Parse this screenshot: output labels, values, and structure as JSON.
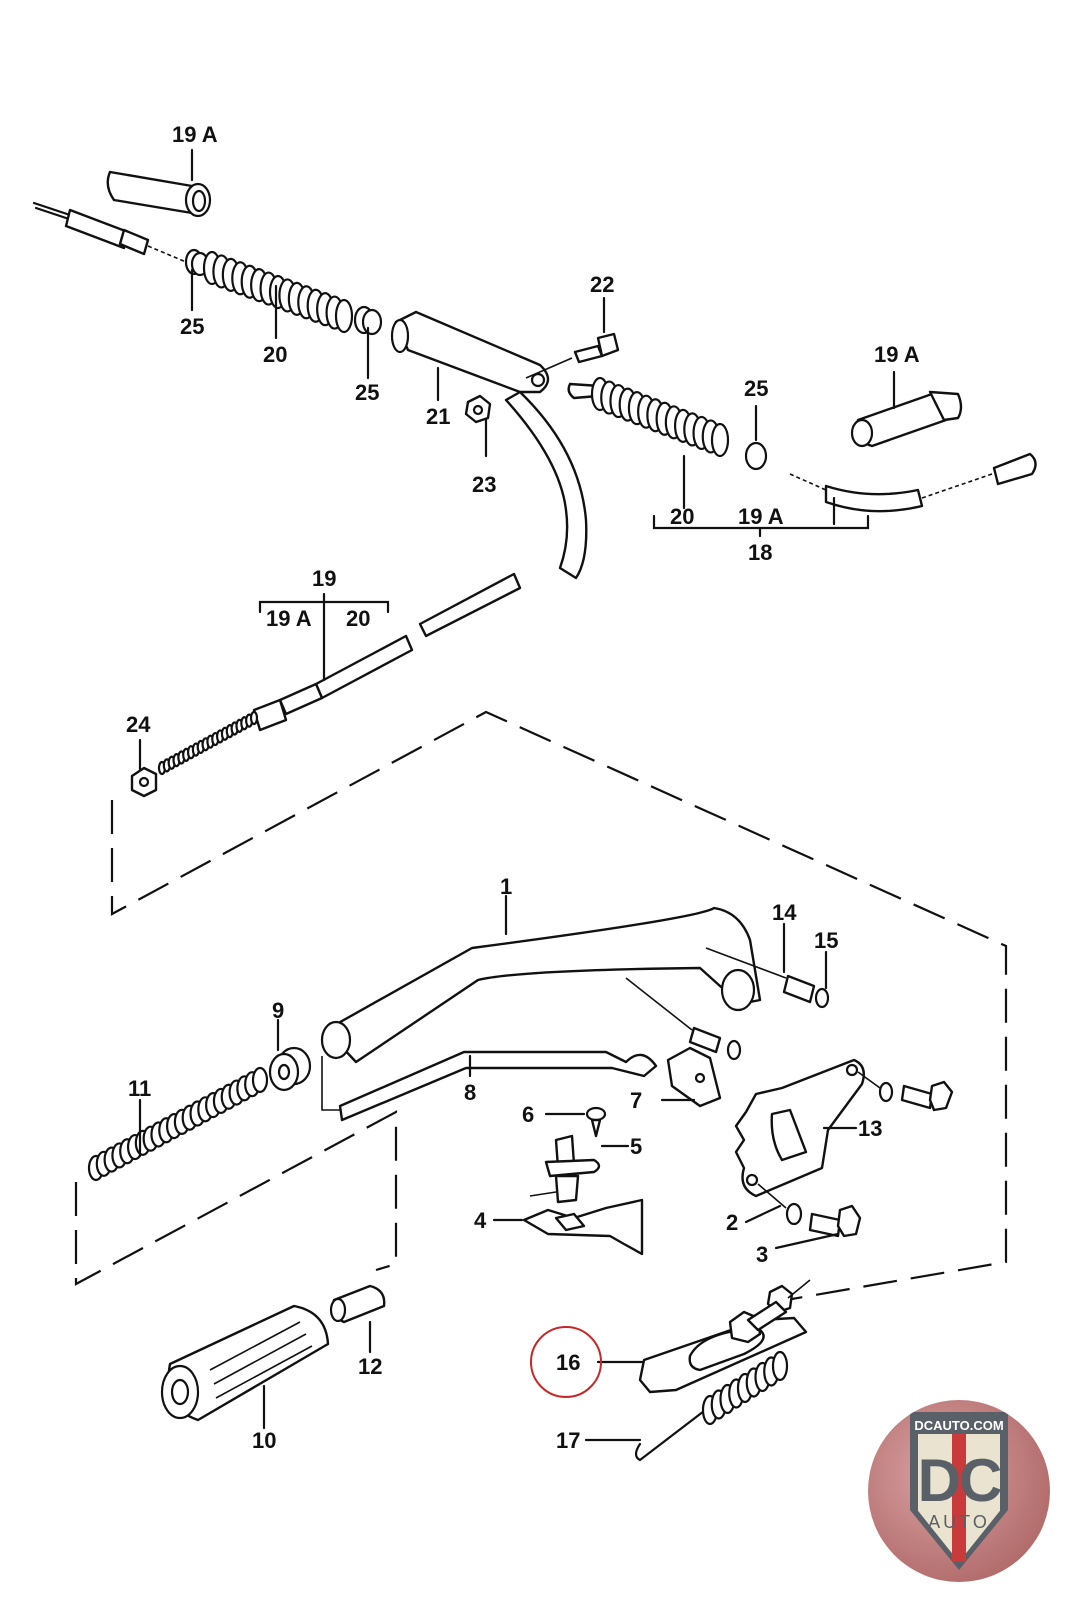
{
  "diagram": {
    "title": "Handbrake lever and cable assembly - exploded parts diagram",
    "highlighted_part": "16",
    "highlight_color": "#c62828",
    "labels": {
      "p1": "1",
      "p2": "2",
      "p3": "3",
      "p4": "4",
      "p5": "5",
      "p6": "6",
      "p7": "7",
      "p8": "8",
      "p9": "9",
      "p10": "10",
      "p11": "11",
      "p12": "12",
      "p13": "13",
      "p14": "14",
      "p15": "15",
      "p16": "16",
      "p17": "17",
      "p18": "18",
      "p19": "19",
      "p19a_top_left": "19 A",
      "p19a_top_right": "19 A",
      "p19a_bracket_right": "19 A",
      "p19a_bracket_left": "19 A",
      "p20_left": "20",
      "p20_right": "20",
      "p20_bracket_left": "20",
      "p21": "21",
      "p22": "22",
      "p23": "23",
      "p24": "24",
      "p25_a": "25",
      "p25_b": "25",
      "p25_c": "25"
    }
  },
  "logo": {
    "site": "DCAUTO.COM",
    "mark": "DC",
    "word": "AUTO",
    "colors": {
      "circle": "#b56f6f",
      "shield": "#5a6068",
      "stripe": "#c93b3b",
      "field": "#e9e3cf"
    }
  }
}
